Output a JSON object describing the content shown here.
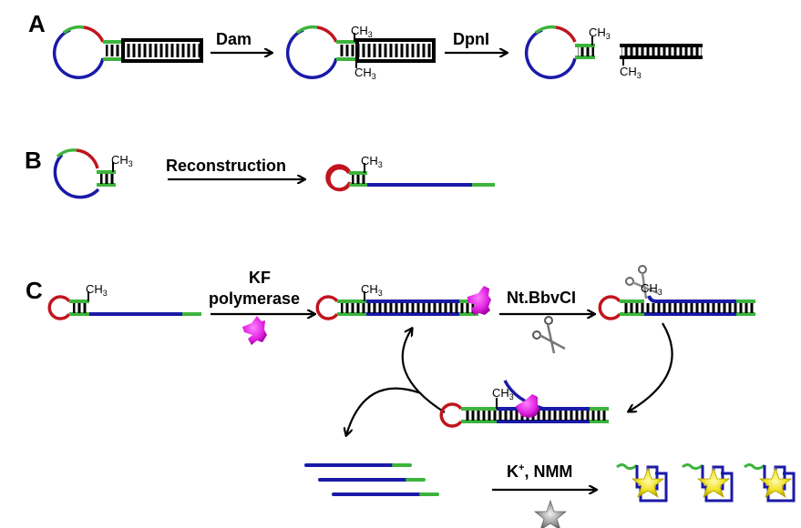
{
  "figure": {
    "colors": {
      "loop_blue": "#1a1aa8",
      "loop_red": "#c0141e",
      "stem_green": "#3cb43c",
      "ladder_black": "#000000",
      "polymerase_magenta": "#e020e0",
      "star_yellow": "#f0e020",
      "star_gray": "#909090"
    },
    "panels": [
      {
        "label": "A",
        "steps": [
          {
            "enzyme": "Dam"
          },
          {
            "enzyme": "DpnI"
          }
        ],
        "methyl_label": "CH",
        "methyl_sub": "3"
      },
      {
        "label": "B",
        "steps": [
          {
            "enzyme": "Reconstruction"
          }
        ],
        "methyl_label": "CH",
        "methyl_sub": "3"
      },
      {
        "label": "C",
        "steps": [
          {
            "enzyme_line1": "KF",
            "enzyme_line2": "polymerase"
          },
          {
            "enzyme": "Nt.BbvCI"
          },
          {
            "enzyme": "K",
            "enzyme_sup": "+",
            "enzyme_rest": ", NMM"
          }
        ],
        "methyl_label": "CH",
        "methyl_sub": "3"
      }
    ]
  }
}
